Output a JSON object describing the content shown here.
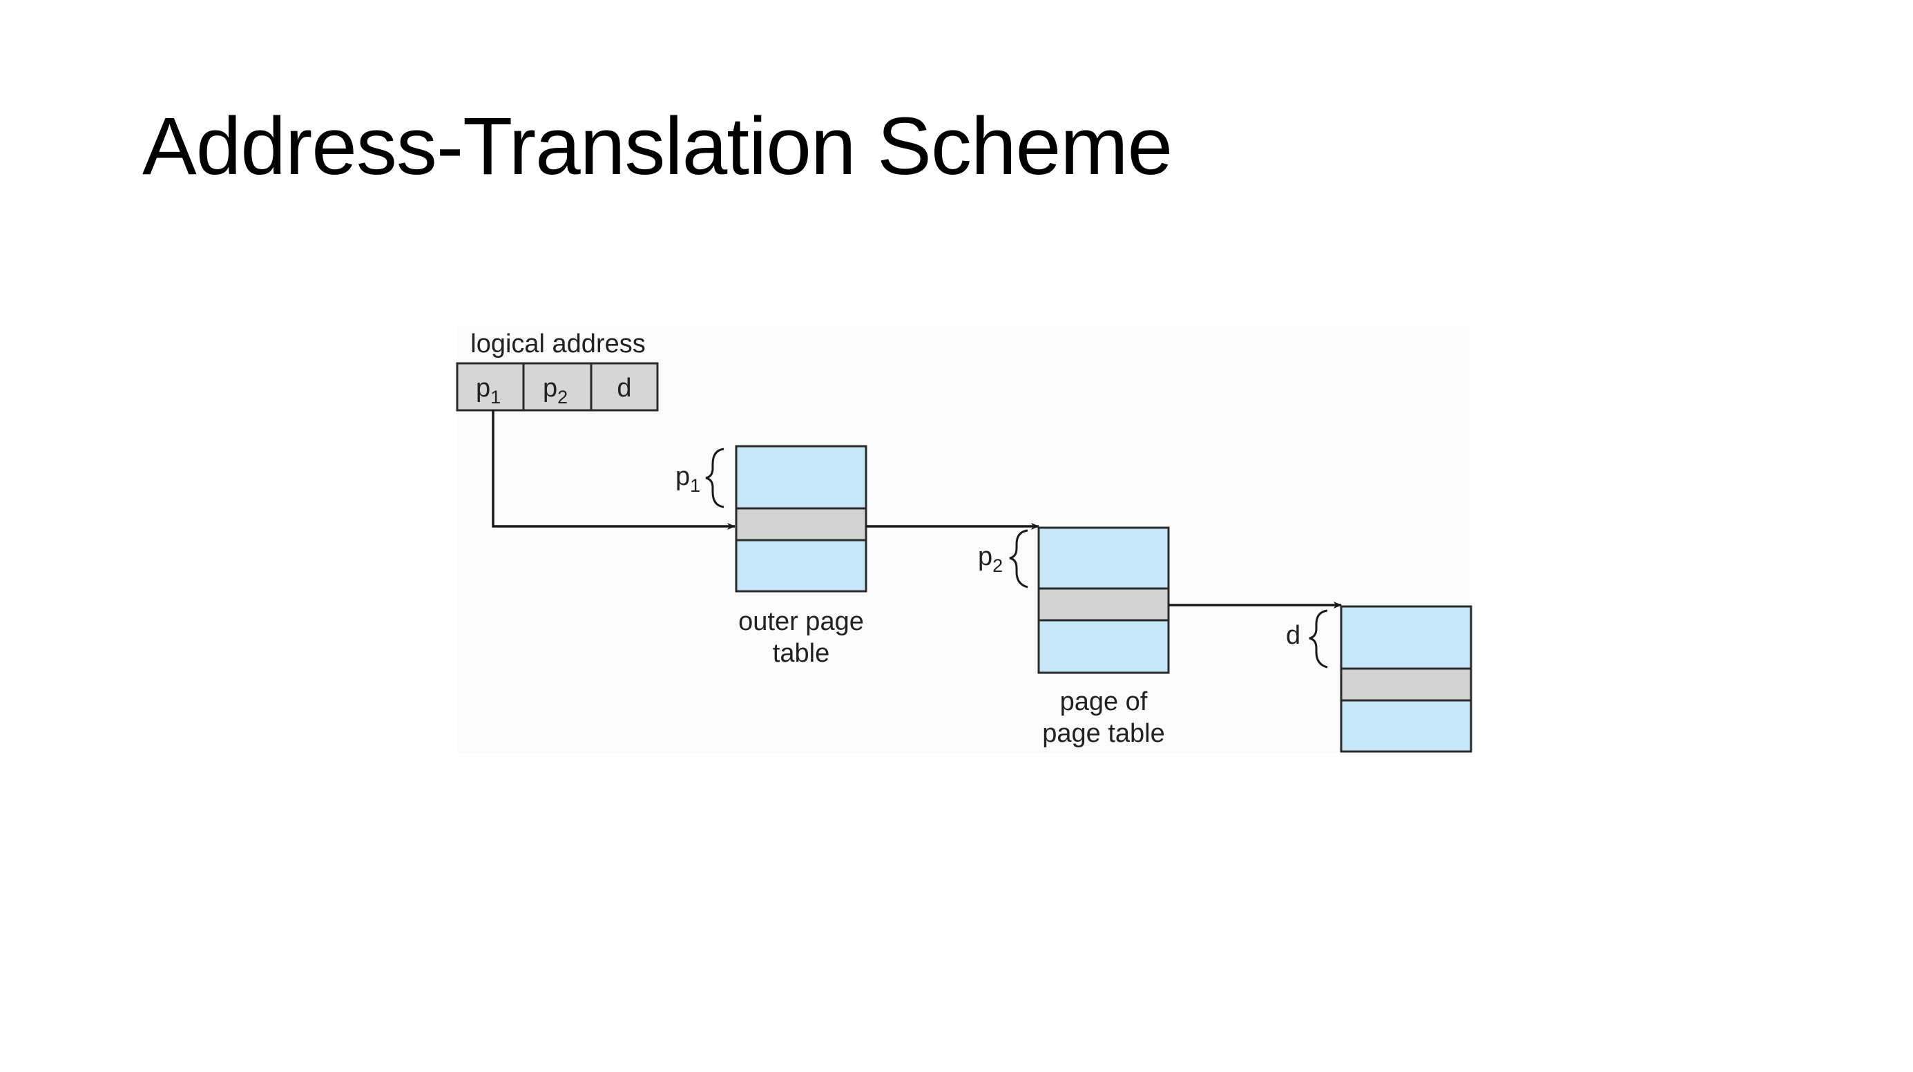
{
  "slide": {
    "title": "Address-Translation Scheme"
  },
  "diagram": {
    "logical_address_label": "logical address",
    "address_fields": [
      {
        "base": "p",
        "sub": "1"
      },
      {
        "base": "p",
        "sub": "2"
      },
      {
        "base": "d",
        "sub": ""
      }
    ],
    "outer_table": {
      "index": {
        "base": "p",
        "sub": "1"
      },
      "caption_line1": "outer page",
      "caption_line2": "table"
    },
    "page_of_table": {
      "index": {
        "base": "p",
        "sub": "2"
      },
      "caption_line1": "page of",
      "caption_line2": "page table"
    },
    "page": {
      "index": {
        "base": "d",
        "sub": ""
      }
    },
    "colors": {
      "table_fill": "#c6e7f8",
      "selected_entry": "#d3d3d3",
      "field_fill": "#d6d6d6",
      "outline": "#2a2a2a",
      "panel_background": "#fbfbfb"
    }
  }
}
